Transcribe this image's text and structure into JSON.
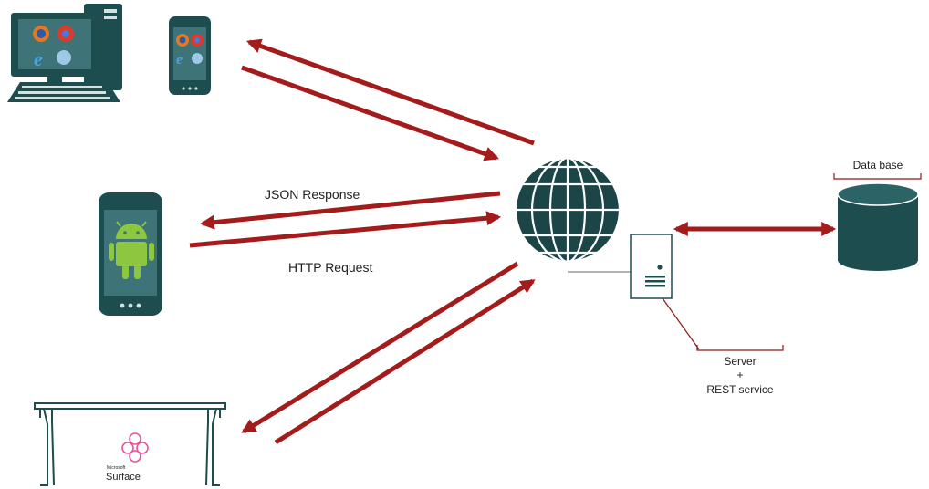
{
  "labels": {
    "json_response": "JSON Response",
    "http_request": "HTTP Request",
    "database": "Data base",
    "server_line1": "Server",
    "server_line2": "+",
    "server_line3": "REST service",
    "surface_brand_small": "Microsoft",
    "surface_brand": "Surface"
  },
  "colors": {
    "arrow": "#a31b1b",
    "device": "#1e4d50",
    "device_dark": "#153a3c",
    "globe": "#1b4547",
    "bracket": "#8b1a1a",
    "android": "#8dc63f",
    "surface_logo": "#e8579a"
  },
  "icons": [
    "desktop-computer-icon",
    "smartphone-icon",
    "android-phone-icon",
    "surface-table-icon",
    "globe-icon",
    "server-icon",
    "database-icon"
  ]
}
